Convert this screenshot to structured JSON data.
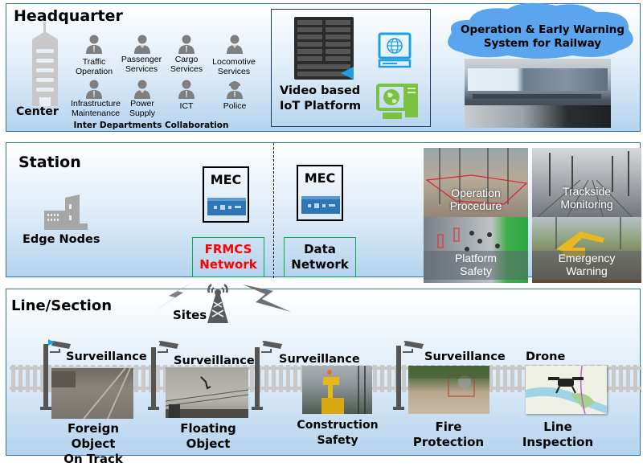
{
  "headquarter": {
    "title": "Headquarter",
    "center_label": "Center",
    "departments": [
      {
        "label1": "Traffic",
        "label2": "Operation"
      },
      {
        "label1": "Passenger",
        "label2": "Services"
      },
      {
        "label1": "Cargo",
        "label2": "Services"
      },
      {
        "label1": "Locomotive",
        "label2": "Services"
      },
      {
        "label1": "Infrastructure",
        "label2": "Maintenance"
      },
      {
        "label1": "Power",
        "label2": "Supply"
      },
      {
        "label1": "ICT",
        "label2": ""
      },
      {
        "label1": "Police",
        "label2": ""
      }
    ],
    "collaboration_label": "Inter Departments Collaboration",
    "platform_line1": "Video based",
    "platform_line2": "IoT Platform",
    "cloud_line1": "Operation & Early Warning",
    "cloud_line2": "System for Railway"
  },
  "station": {
    "title": "Station",
    "edge_label": "Edge Nodes",
    "mec1_label": "MEC",
    "mec2_label": "MEC",
    "frmcs_line1": "FRMCS",
    "frmcs_line2": "Network",
    "data_line1": "Data",
    "data_line2": "Network",
    "tiles": [
      {
        "line1": "Operation",
        "line2": "Procedure"
      },
      {
        "line1": "Trackside",
        "line2": "Monitoring"
      },
      {
        "line1": "Platform",
        "line2": "Safety"
      },
      {
        "line1": "Emergency",
        "line2": "Warning"
      }
    ]
  },
  "line": {
    "title": "Line/Section",
    "sites_label": "Sites",
    "items": [
      {
        "top": "Surveillance",
        "line1": "Foreign Object",
        "line2": "On Track"
      },
      {
        "top": "Surveillance",
        "line1": "Floating",
        "line2": "Object"
      },
      {
        "top": "Surveillance",
        "line1": "Construction",
        "line2": "Safety"
      },
      {
        "top": "Surveillance",
        "line1": "Fire",
        "line2": "Protection"
      },
      {
        "top": "Drone",
        "line1": "Line",
        "line2": "Inspection"
      }
    ]
  },
  "colors": {
    "section_border": "#2e75b6",
    "frmcs_text": "#ff0000",
    "network_box_border": "#00b050",
    "cloud_fill": "#5aa5ee",
    "icon_gray": "#7f7f7f",
    "platform_blue": "#1ba1e2",
    "platform_green": "#7cc242"
  }
}
